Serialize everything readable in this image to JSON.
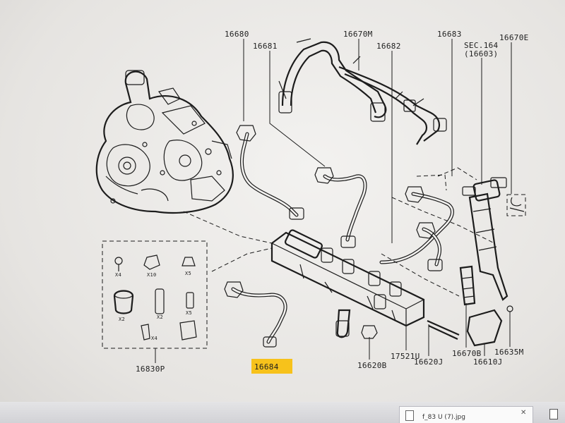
{
  "labels": {
    "p16680": "16680",
    "p16681": "16681",
    "p16670m": "16670M",
    "p16682": "16682",
    "p16683": "16683",
    "p16670e": "16670E",
    "sec_line1": "SEC.164",
    "sec_line2": "(16603)",
    "p16830p": "16830P",
    "p16684": "16684",
    "p16620b": "16620B",
    "p17521u": "17521U",
    "p16620j": "16620J",
    "p16670b": "16670B",
    "p16610j": "16610J",
    "p16635m": "16635M"
  },
  "kit": {
    "q1": "X4",
    "q2": "X10",
    "q3": "X5",
    "q4": "X2",
    "q5": "X2",
    "q6": "X5",
    "q7": "X4"
  },
  "highlight_color": "#f7c21b",
  "taskbar": {
    "file_name": "f_83 U (7).jpg",
    "close_icon": "close-icon",
    "file_icon": "document-icon"
  }
}
